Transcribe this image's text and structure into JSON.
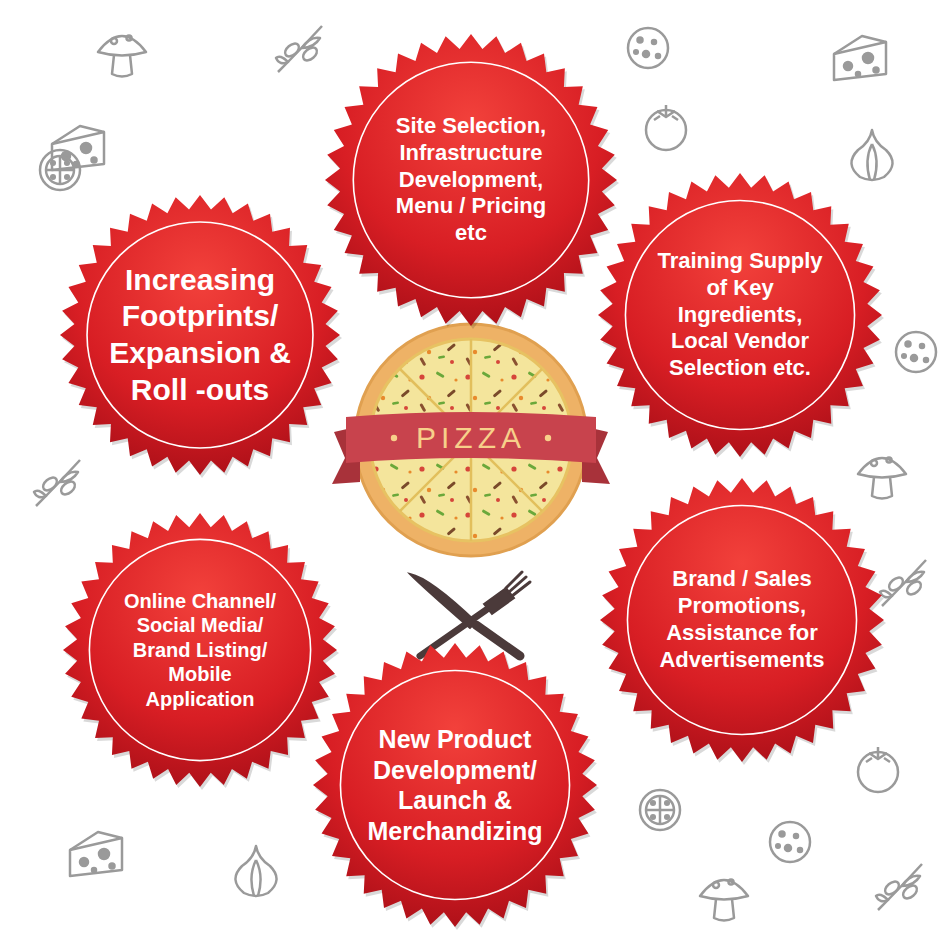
{
  "diagram": {
    "nodes": [
      {
        "text": [
          "Site Selection, Infrastructure Development, Menu / Pricing etc"
        ]
      },
      {
        "text": [
          "Increasing Footprints/ Expansion & Roll -outs"
        ]
      },
      {
        "text": [
          "Training Supply of Key Ingredients, Local Vendor Selection etc."
        ]
      },
      {
        "text": [
          "PIZZA"
        ]
      },
      {
        "text": [
          "Online Channel/ Social Media/ Brand Listing/ Mobile Application"
        ]
      },
      {
        "text": [
          "Brand / Sales Promotions, Assistance for Advertisements"
        ]
      },
      {
        "text": [
          "New Product Development/ Launch & Merchandizing"
        ]
      }
    ]
  }
}
